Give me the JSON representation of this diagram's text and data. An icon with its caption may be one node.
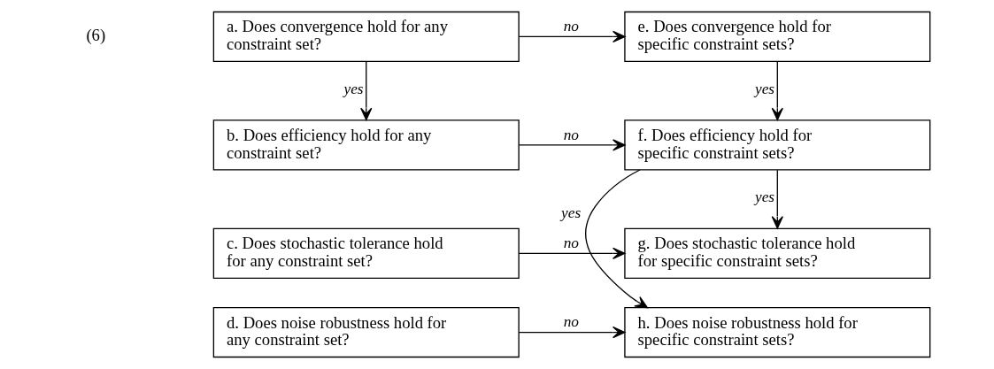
{
  "diagram": {
    "nodes": [
      {
        "text": [
          "a. Does convergence hold for any constraint set?"
        ]
      },
      {
        "text": [
          "e. Does convergence hold for specific constraint sets?"
        ]
      },
      {
        "text": [
          "b. Does efficiency hold for any constraint set?"
        ]
      },
      {
        "text": [
          "f. Does efficiency hold for specific constraint sets?"
        ]
      },
      {
        "text": [
          "c. Does stochastic tolerance hold for any constraint set?"
        ]
      },
      {
        "text": [
          "g. Does stochastic tolerance hold for specific constraint sets?"
        ]
      },
      {
        "text": [
          "d. Does noise robustness hold for any constraint set?"
        ]
      },
      {
        "text": [
          "h. Does noise robustness hold for specific constraint sets?"
        ]
      }
    ],
    "edges": [
      {
        "from": 0,
        "to": 1,
        "arrow": "to",
        "label": "no"
      },
      {
        "from": 0,
        "to": 2,
        "arrow": "to",
        "label": "yes"
      },
      {
        "from": 1,
        "to": 3,
        "arrow": "to",
        "label": "yes"
      },
      {
        "from": 2,
        "to": 3,
        "arrow": "to",
        "label": "no"
      },
      {
        "from": 3,
        "to": 5,
        "arrow": "to",
        "label": "yes"
      },
      {
        "from": 4,
        "to": 5,
        "arrow": "to",
        "label": "no"
      },
      {
        "from": 6,
        "to": 7,
        "arrow": "to",
        "label": "no"
      },
      {
        "from": 3,
        "to": 7,
        "arrow": "to",
        "label": "yes"
      }
    ],
    "labels": [
      "(6)"
    ]
  }
}
